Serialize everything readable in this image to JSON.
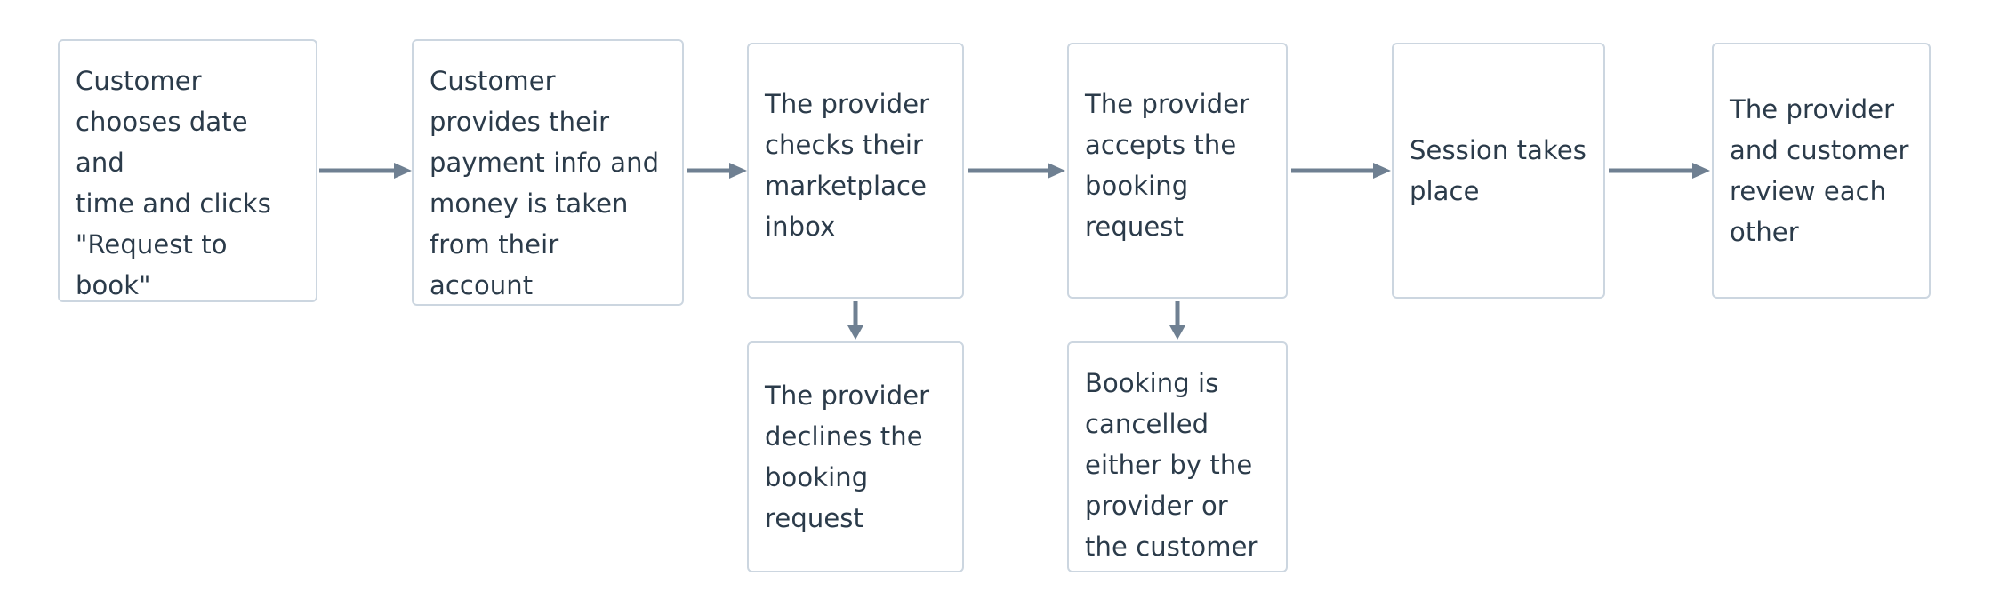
{
  "diagram": {
    "type": "flowchart",
    "orientation": "left-to-right",
    "colors": {
      "node_border": "#ccd6e0",
      "node_background": "#ffffff",
      "text": "#2b3b4a",
      "arrow": "#6f8092",
      "page_background": "#ffffff"
    },
    "nodes": [
      {
        "id": "n1",
        "text": "Customer\nchooses date and\ntime and clicks\n\"Request to\nbook\""
      },
      {
        "id": "n2",
        "text": "Customer\nprovides their\npayment info and\nmoney is taken\nfrom their account"
      },
      {
        "id": "n3",
        "text": "The provider\nchecks their\nmarketplace\ninbox"
      },
      {
        "id": "n4",
        "text": "The provider\naccepts the\nbooking\nrequest"
      },
      {
        "id": "n5",
        "text": "Session takes\nplace"
      },
      {
        "id": "n6",
        "text": "The provider\nand customer\nreview each\nother"
      },
      {
        "id": "n7",
        "text": "The provider\ndeclines the\nbooking\nrequest"
      },
      {
        "id": "n8",
        "text": "Booking is\ncancelled\neither by the\nprovider or\nthe customer"
      }
    ],
    "edges": [
      {
        "id": "e1",
        "from": "n1",
        "to": "n2",
        "direction": "right"
      },
      {
        "id": "e2",
        "from": "n2",
        "to": "n3",
        "direction": "right"
      },
      {
        "id": "e3",
        "from": "n3",
        "to": "n4",
        "direction": "right"
      },
      {
        "id": "e4",
        "from": "n4",
        "to": "n5",
        "direction": "right"
      },
      {
        "id": "e5",
        "from": "n5",
        "to": "n6",
        "direction": "right"
      },
      {
        "id": "e6",
        "from": "n3",
        "to": "n7",
        "direction": "down"
      },
      {
        "id": "e7",
        "from": "n4",
        "to": "n8",
        "direction": "down"
      }
    ]
  }
}
